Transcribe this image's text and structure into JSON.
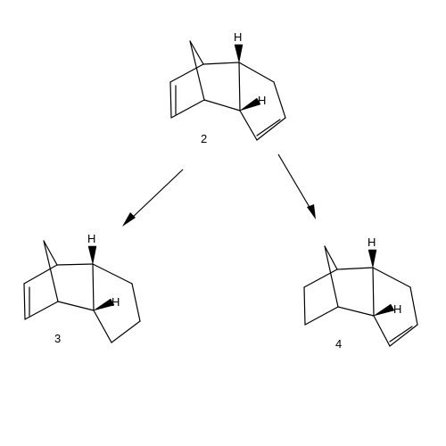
{
  "scheme": {
    "compounds": [
      {
        "id": "cmpd-2",
        "number": "2",
        "hydrogen_labels": [
          "H",
          "H"
        ]
      },
      {
        "id": "cmpd-3",
        "number": "3",
        "hydrogen_labels": [
          "H",
          "H"
        ]
      },
      {
        "id": "cmpd-4",
        "number": "4",
        "hydrogen_labels": [
          "H",
          "H"
        ]
      }
    ],
    "arrows": [
      {
        "from": "2",
        "to": "3"
      },
      {
        "from": "2",
        "to": "4"
      }
    ]
  }
}
